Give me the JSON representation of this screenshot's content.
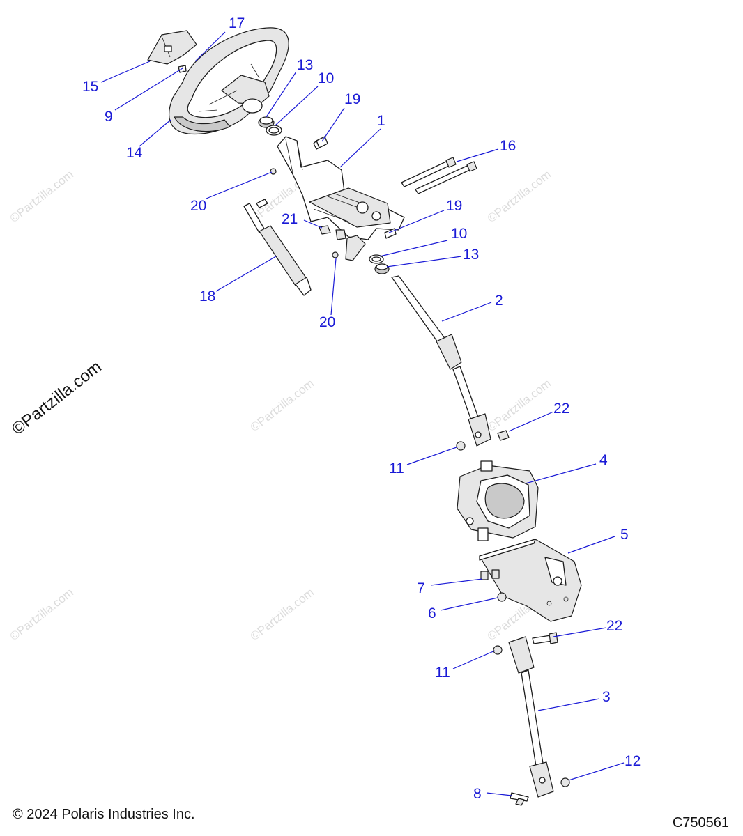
{
  "watermark": {
    "text": "©Partzilla.com"
  },
  "callouts": {
    "c1": "1",
    "c2": "2",
    "c3": "3",
    "c4": "4",
    "c5": "5",
    "c6": "6",
    "c7": "7",
    "c8": "8",
    "c9": "9",
    "c10a": "10",
    "c10b": "10",
    "c11a": "11",
    "c11b": "11",
    "c12": "12",
    "c13a": "13",
    "c13b": "13",
    "c14": "14",
    "c15": "15",
    "c16": "16",
    "c17": "17",
    "c18": "18",
    "c19a": "19",
    "c19b": "19",
    "c20a": "20",
    "c20b": "20",
    "c21": "21",
    "c22a": "22",
    "c22b": "22"
  },
  "footer": {
    "copyright": "© 2024 Polaris Industries Inc.",
    "diagram_code": "C750561"
  },
  "colors": {
    "callout": "#1a1ad6",
    "line_art": "#1c1c1c",
    "watermark": "#dcdcdc"
  }
}
